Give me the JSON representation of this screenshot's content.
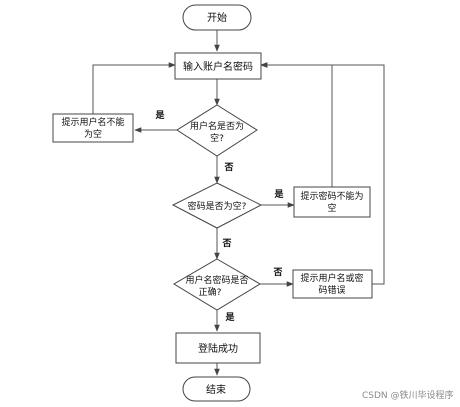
{
  "flowchart": {
    "nodes": {
      "start": "开始",
      "input": "输入账户名密码",
      "check_user_line1": "用户名是否为",
      "check_user_line2": "空?",
      "err_user_line1": "提示用户名不能",
      "err_user_line2": "为空",
      "check_pwd": "密码是否为空?",
      "err_pwd_line1": "提示密码不能为",
      "err_pwd_line2": "空",
      "check_correct_line1": "用户名密码是否",
      "check_correct_line2": "正确?",
      "err_wrong_line1": "提示用户名或密",
      "err_wrong_line2": "码错误",
      "success": "登陆成功",
      "end": "结束"
    },
    "edges": {
      "user_yes": "是",
      "user_no": "否",
      "pwd_yes": "是",
      "pwd_no": "否",
      "correct_no": "否",
      "correct_yes": "是"
    }
  },
  "watermark": "CSDN @铁川毕设程序"
}
